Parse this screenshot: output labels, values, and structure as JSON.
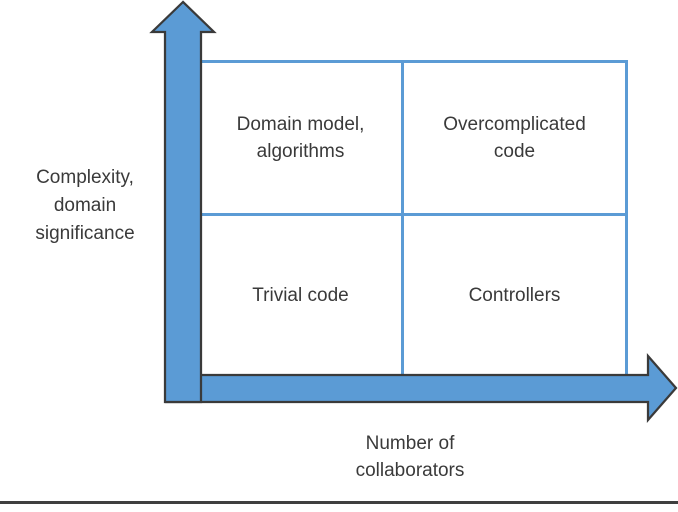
{
  "colors": {
    "arrow_fill": "#5b9bd5",
    "arrow_outline": "#3a3a3a",
    "grid_border": "#5b9bd5",
    "text": "#3a3a3a",
    "rule": "#3f3f3f",
    "bg": "#ffffff"
  },
  "diagram": {
    "y_axis_label": "Complexity,\ndomain\nsignificance",
    "x_axis_label": "Number of\ncollaborators",
    "quadrants": {
      "top_left": "Domain model,\nalgorithms",
      "top_right": "Overcomplicated\ncode",
      "bottom_left": "Trivial code",
      "bottom_right": "Controllers"
    }
  }
}
